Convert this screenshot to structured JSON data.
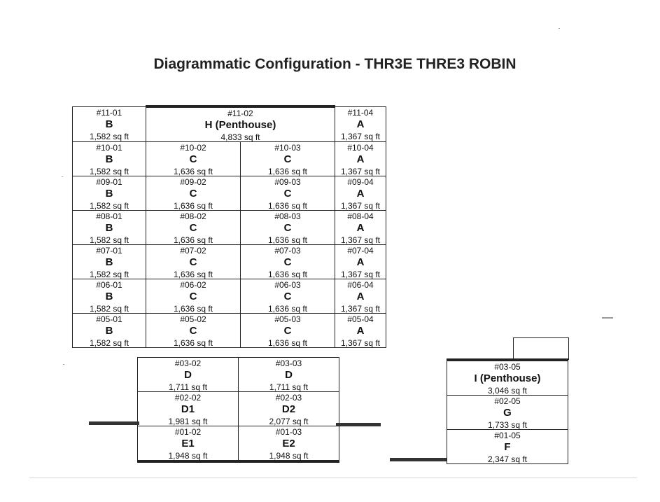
{
  "title": "Diagrammatic Configuration - THR3E THRE3 ROBIN",
  "main_grid": [
    [
      {
        "unit": "#11-01",
        "type": "B",
        "area": "1,582 sq ft"
      },
      {
        "unit": "#11-02",
        "type": "H (Penthouse)",
        "area": "4,833 sq ft",
        "span": 2
      },
      {
        "unit": "#11-04",
        "type": "A",
        "area": "1,367 sq ft"
      }
    ],
    [
      {
        "unit": "#10-01",
        "type": "B",
        "area": "1,582 sq ft"
      },
      {
        "unit": "#10-02",
        "type": "C",
        "area": "1,636 sq ft"
      },
      {
        "unit": "#10-03",
        "type": "C",
        "area": "1,636 sq ft"
      },
      {
        "unit": "#10-04",
        "type": "A",
        "area": "1,367 sq ft"
      }
    ],
    [
      {
        "unit": "#09-01",
        "type": "B",
        "area": "1,582 sq ft"
      },
      {
        "unit": "#09-02",
        "type": "C",
        "area": "1,636 sq ft"
      },
      {
        "unit": "#09-03",
        "type": "C",
        "area": "1,636 sq ft"
      },
      {
        "unit": "#09-04",
        "type": "A",
        "area": "1,367 sq ft"
      }
    ],
    [
      {
        "unit": "#08-01",
        "type": "B",
        "area": "1,582 sq ft"
      },
      {
        "unit": "#08-02",
        "type": "C",
        "area": "1,636 sq ft"
      },
      {
        "unit": "#08-03",
        "type": "C",
        "area": "1,636 sq ft"
      },
      {
        "unit": "#08-04",
        "type": "A",
        "area": "1,367 sq ft"
      }
    ],
    [
      {
        "unit": "#07-01",
        "type": "B",
        "area": "1,582 sq ft"
      },
      {
        "unit": "#07-02",
        "type": "C",
        "area": "1,636 sq ft"
      },
      {
        "unit": "#07-03",
        "type": "C",
        "area": "1,636 sq ft"
      },
      {
        "unit": "#07-04",
        "type": "A",
        "area": "1,367 sq ft"
      }
    ],
    [
      {
        "unit": "#06-01",
        "type": "B",
        "area": "1,582 sq ft"
      },
      {
        "unit": "#06-02",
        "type": "C",
        "area": "1,636 sq ft"
      },
      {
        "unit": "#06-03",
        "type": "C",
        "area": "1,636 sq ft"
      },
      {
        "unit": "#06-04",
        "type": "A",
        "area": "1,367 sq ft"
      }
    ],
    [
      {
        "unit": "#05-01",
        "type": "B",
        "area": "1,582 sq ft"
      },
      {
        "unit": "#05-02",
        "type": "C",
        "area": "1,636 sq ft"
      },
      {
        "unit": "#05-03",
        "type": "C",
        "area": "1,636 sq ft"
      },
      {
        "unit": "#05-04",
        "type": "A",
        "area": "1,367 sq ft"
      }
    ]
  ],
  "lower_grid": [
    [
      {
        "unit": "#03-02",
        "type": "D",
        "area": "1,711 sq ft"
      },
      {
        "unit": "#03-03",
        "type": "D",
        "area": "1,711 sq ft"
      }
    ],
    [
      {
        "unit": "#02-02",
        "type": "D1",
        "area": "1,981 sq ft"
      },
      {
        "unit": "#02-03",
        "type": "D2",
        "area": "2,077 sq ft"
      }
    ],
    [
      {
        "unit": "#01-02",
        "type": "E1",
        "area": "1,948 sq ft"
      },
      {
        "unit": "#01-03",
        "type": "E2",
        "area": "1,948 sq ft"
      }
    ]
  ],
  "right_grid": [
    {
      "unit": "#03-05",
      "type": "I (Penthouse)",
      "area": "3,046 sq ft"
    },
    {
      "unit": "#02-05",
      "type": "G",
      "area": "1,733 sq ft"
    },
    {
      "unit": "#01-05",
      "type": "F",
      "area": "2,347 sq ft"
    }
  ]
}
